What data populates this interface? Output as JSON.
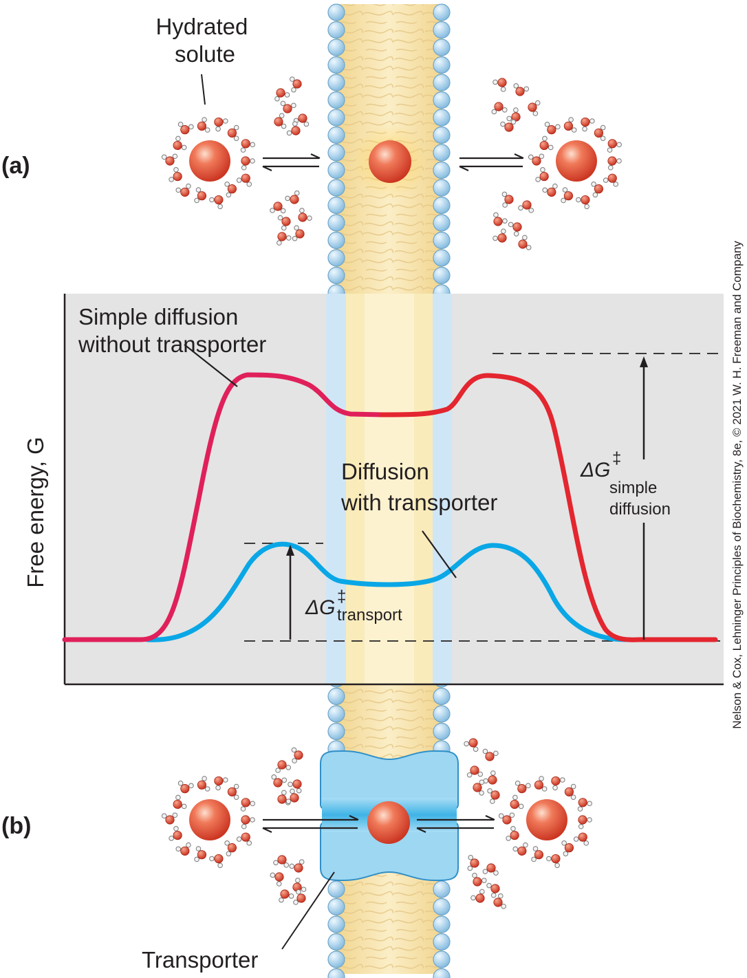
{
  "panels": {
    "a": {
      "label": "(a)"
    },
    "b": {
      "label": "(b)"
    }
  },
  "labels": {
    "hydrated_solute": [
      "Hydrated",
      "solute"
    ],
    "transporter": "Transporter",
    "simple_diffusion": [
      "Simple diffusion",
      "without transporter"
    ],
    "diffusion_with_transporter": [
      "Diffusion",
      "with transporter"
    ],
    "y_axis": "Free energy, G",
    "dg_transport": {
      "main": "ΔG",
      "sup": "‡",
      "sub": "transport"
    },
    "dg_simple": {
      "main": "ΔG",
      "sup": "‡",
      "sub": [
        "simple",
        "diffusion"
      ]
    }
  },
  "credit": "Nelson & Cox, Lehninger Principles of Biochemistry, 8e, © 2021 W. H. Freeman and Company",
  "colors": {
    "simple_curve": "#e3262f",
    "simple_curve_left": "#e0205a",
    "transporter_curve": "#0aa7e6",
    "graph_bg": "#e4e4e4",
    "membrane_core": "#f3dca0",
    "head_groups": "#a9d3ef",
    "transporter_protein": "#8fd2f0",
    "solute": "#e24a33"
  }
}
